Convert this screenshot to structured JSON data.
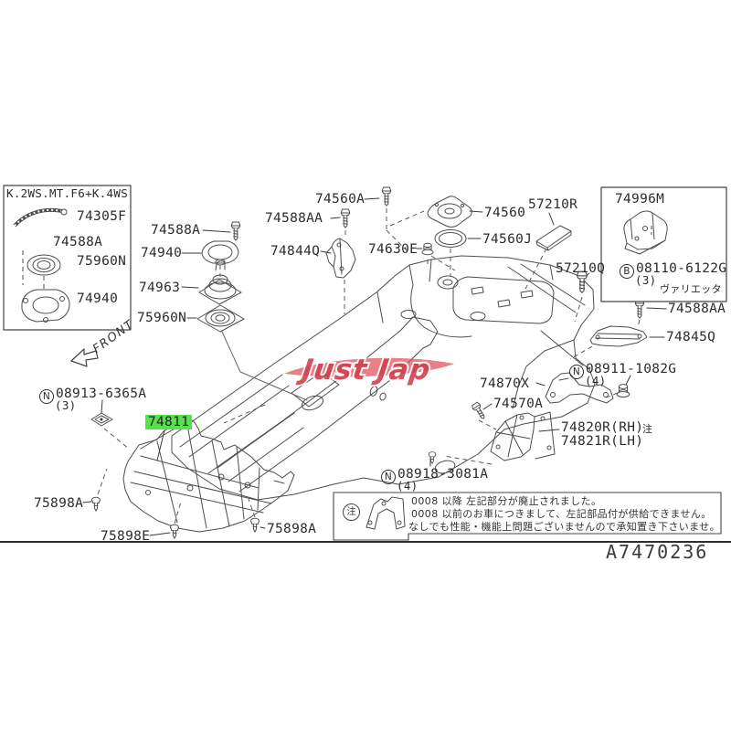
{
  "watermark_text": "Just Jap",
  "front_label": "FRONT",
  "diagram_code": "A7470236",
  "colors": {
    "highlight_green": "#55e04e",
    "watermark_red": "#d9485a"
  },
  "inset_box": {
    "title": "K.2WS.MT.F6+K.4WS",
    "p74305f": "74305F",
    "p74588a": "74588A",
    "p75960n": "75960N",
    "p74940": "74940"
  },
  "shifter_stack": {
    "p74588a": "74588A",
    "p74940": "74940",
    "p74963": "74963",
    "p75960n": "75960N"
  },
  "top_parts": {
    "p74560a": "74560A",
    "p74588aa": "74588AA",
    "p74844q": "74844Q",
    "p74630e": "74630E",
    "p74560": "74560",
    "p74560j": "74560J",
    "p57210r": "57210R",
    "p57210q": "57210Q"
  },
  "varietta_box": {
    "p74996m": "74996M",
    "bolt_badge": "B",
    "bolt_code": "08110-6122G",
    "bolt_qty": "(3)",
    "model_note": "ヴァリエッタ"
  },
  "right_parts": {
    "p74588aa": "74588AA",
    "p74845q": "74845Q",
    "nut_badge": "N",
    "nut_code": "08911-1082G",
    "nut_qty": "(4)",
    "p74870x": "74870X",
    "p74570a": "74570A",
    "p74820r": "74820R(RH)",
    "p74821r": "74821R(LH)",
    "note_mark": "注"
  },
  "bottom_parts": {
    "clip_badge": "N",
    "clip_code": "08913-6365A",
    "clip_qty": "(3)",
    "p74811": "74811",
    "p75898a_left": "75898A",
    "p75898e": "75898E",
    "p75898a_right": "75898A",
    "screw_badge": "N",
    "screw_code": "08918-3081A",
    "screw_qty": "(4)"
  },
  "note_box": {
    "mark": "注",
    "line1": "0008 以降 左記部分が廃止されました。",
    "line2": "0008 以前のお車につきまして、左記部品付が供給できません。",
    "line3": "なしでも性能・機能上問題ございませんので承知置き下さいませ。"
  }
}
